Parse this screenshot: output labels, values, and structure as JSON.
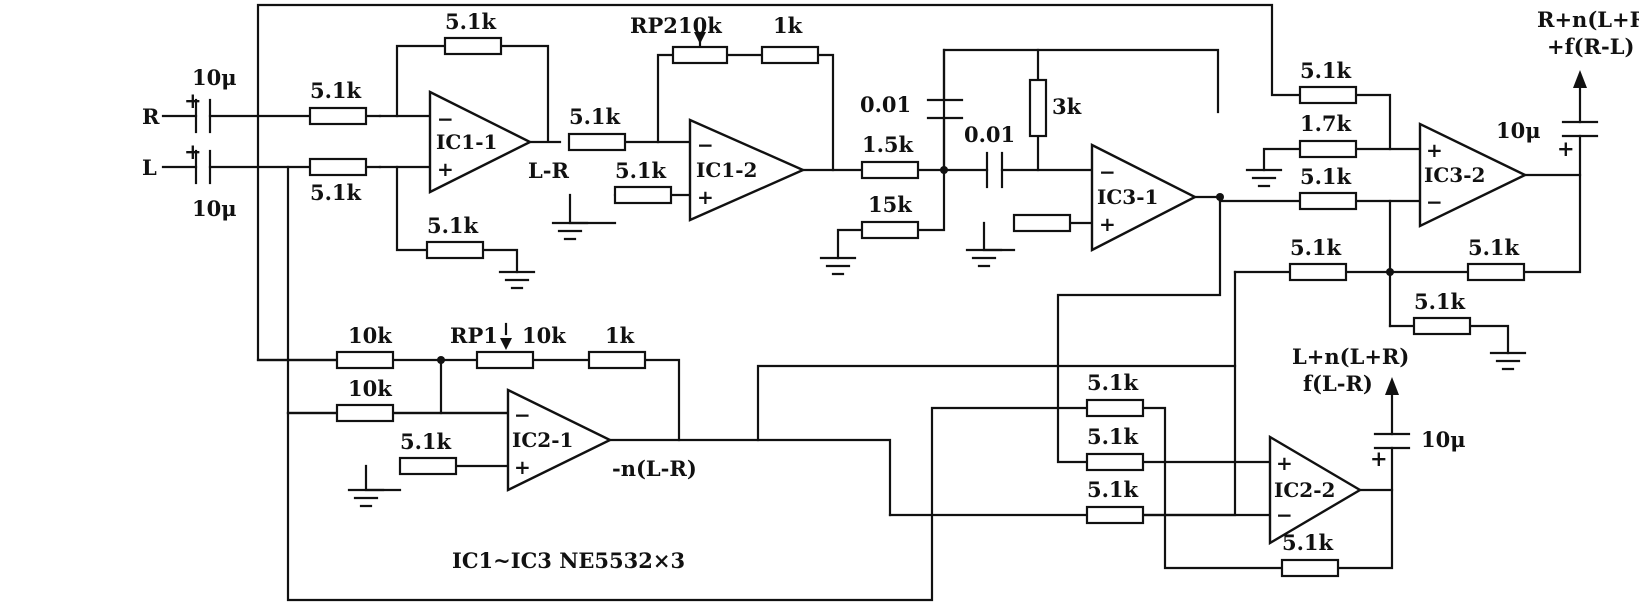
{
  "inputs": {
    "r": "R",
    "l": "L"
  },
  "caps": {
    "c_in_r": "10μ",
    "c_in_l": "10μ",
    "c_hp1": "0.01",
    "c_hp2": "0.01",
    "c_out_r": "10μ",
    "c_out_l": "10μ"
  },
  "res": {
    "r1": "5.1k",
    "r2": "5.1k",
    "r3": "5.1k",
    "r4": "5.1k",
    "r5": "5.1k",
    "r6": "5.1k",
    "r7": "1k",
    "r8": "1.5k",
    "r9": "15k",
    "r10": "3k",
    "r11": "5.1k",
    "r12": "1.7k",
    "r13": "5.1k",
    "r14": "5.1k",
    "r15": "5.1k",
    "r16": "5.1k",
    "r17": "10k",
    "r18": "10k",
    "r19": "1k",
    "r20": "5.1k",
    "r21": "5.1k",
    "r22": "5.1k",
    "r23": "5.1k",
    "r24": "5.1k"
  },
  "pots": {
    "rp1": "RP1",
    "rp1_val": "10k",
    "rp2": "RP2",
    "rp2_val": "10k"
  },
  "opamps": {
    "ic1_1": "IC1-1",
    "ic1_2": "IC1-2",
    "ic2_1": "IC2-1",
    "ic2_2": "IC2-2",
    "ic3_1": "IC3-1",
    "ic3_2": "IC3-2"
  },
  "signals": {
    "l_minus_r": "L-R",
    "neg_n": "-n(L-R)"
  },
  "outputs": {
    "right_1": "R+n(L+R)",
    "right_2": "+f(R-L)",
    "left_1": "L+n(L+R)",
    "left_2": "f(L-R)"
  },
  "note": "IC1~IC3 NE5532×3",
  "symbols": {
    "plus": "+",
    "minus": "−"
  }
}
